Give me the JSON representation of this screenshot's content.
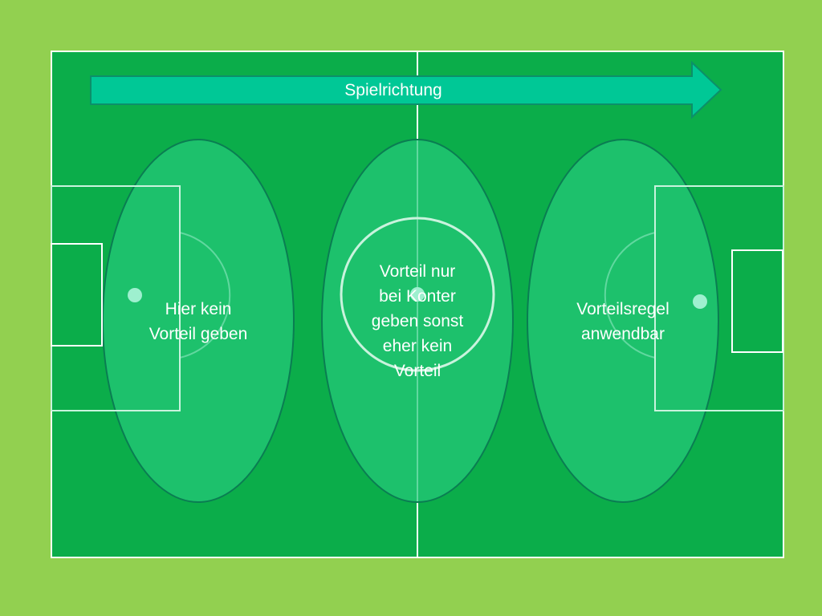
{
  "diagram": {
    "direction_label": "Spielrichtung",
    "zones": [
      {
        "id": "defense",
        "label": "Hier kein\nVorteil geben"
      },
      {
        "id": "midfield",
        "label": "Vorteil nur\nbei Konter\ngeben sonst\neher kein\nVorteil"
      },
      {
        "id": "attack",
        "label": "Vorteilsregel\nanwendbar"
      }
    ]
  },
  "colors": {
    "background": "#92d050",
    "pitch": "#0bad4a",
    "lines": "#ffffff",
    "zone_fill": "#24c97a",
    "zone_stroke": "#0a7d52",
    "arrow_fill": "#00c896",
    "arrow_stroke": "#0c8f6a",
    "spot": "#9ef0cf"
  }
}
